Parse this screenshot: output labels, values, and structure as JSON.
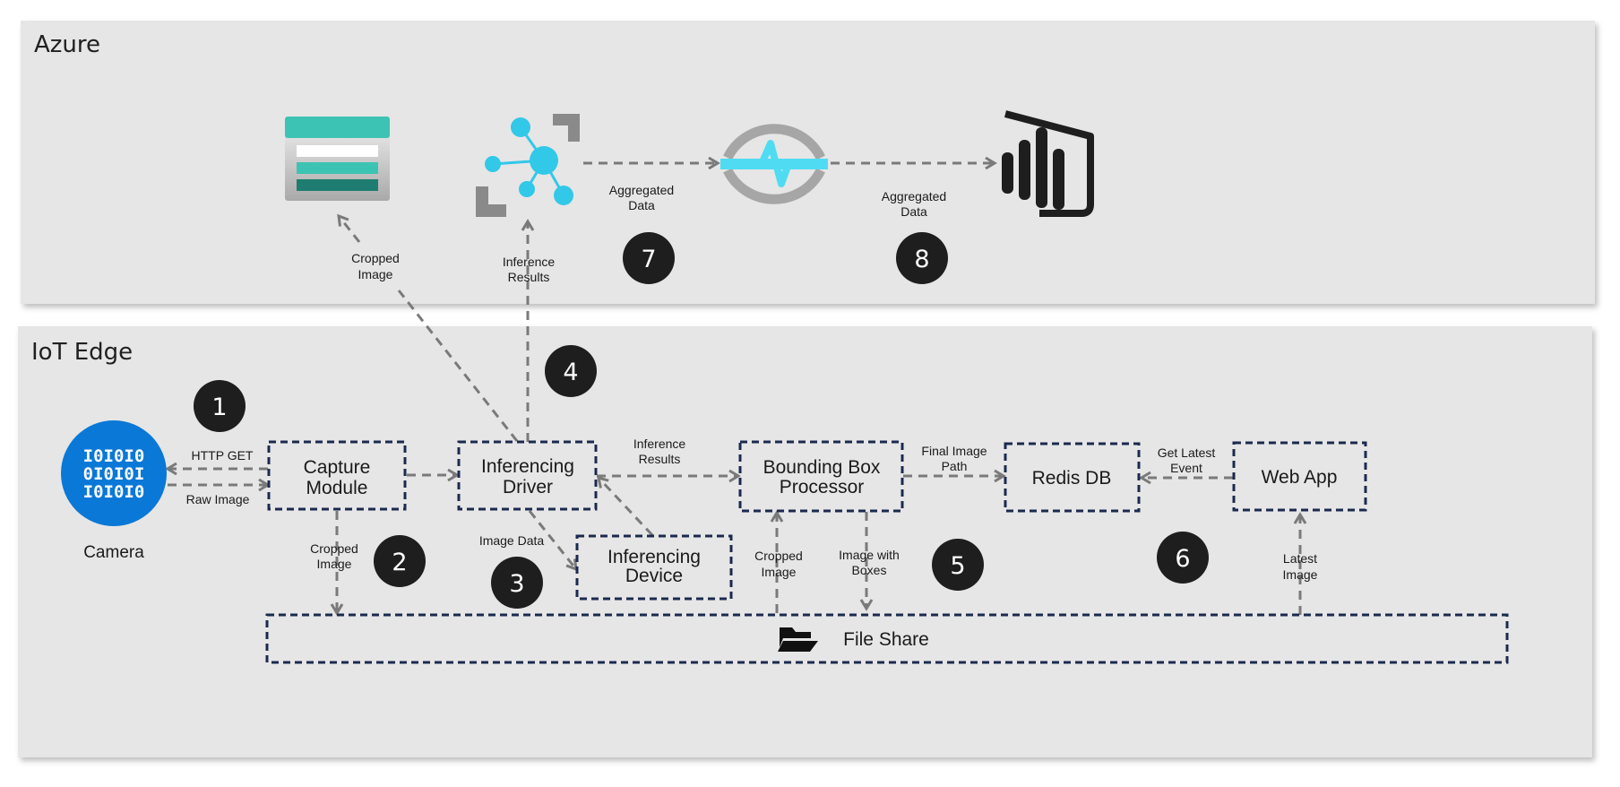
{
  "azure": {
    "title": "Azure"
  },
  "edge": {
    "title": "IoT Edge"
  },
  "camera": {
    "label": "Camera",
    "binary_lines": [
      "I0I0I0",
      "0I0I0I",
      "I0I0I0"
    ]
  },
  "modules": {
    "capture": [
      "Capture",
      "Module"
    ],
    "inferencing_driver": [
      "Inferencing",
      "Driver"
    ],
    "inferencing_device": [
      "Inferencing",
      "Device"
    ],
    "bounding_box": [
      "Bounding Box",
      "Processor"
    ],
    "redis": [
      "Redis DB"
    ],
    "webapp": [
      "Web App"
    ],
    "file_share": "File Share"
  },
  "labels": {
    "http_get": [
      "HTTP GET"
    ],
    "raw_image": [
      "Raw Image"
    ],
    "cropped_image_capture": [
      "Cropped",
      "Image"
    ],
    "cropped_image_azure": [
      "Cropped",
      "Image"
    ],
    "inference_results_azure": [
      "Inference",
      "Results"
    ],
    "image_data": [
      "Image Data"
    ],
    "inference_results_edge": [
      "Inference",
      "Results"
    ],
    "final_image_path": [
      "Final Image",
      "Path"
    ],
    "get_latest_event": [
      "Get Latest",
      "Event"
    ],
    "cropped_image_bb": [
      "Cropped",
      "Image"
    ],
    "image_with_boxes": [
      "Image with",
      "Boxes"
    ],
    "latest_image": [
      "Latest",
      "Image"
    ],
    "aggregated_data_1": [
      "Aggregated",
      "Data"
    ],
    "aggregated_data_2": [
      "Aggregated",
      "Data"
    ]
  },
  "steps": [
    "1",
    "2",
    "3",
    "4",
    "5",
    "6",
    "7",
    "8"
  ],
  "icons": {
    "storage": "storage-table-icon",
    "iot_hub": "iot-hub-icon",
    "stream_analytics": "stream-analytics-icon",
    "power_bi": "power-bi-icon",
    "camera": "camera-icon",
    "folder": "folder-icon"
  },
  "colors": {
    "panel": "#e6e6e6",
    "module_border": "#1b2a4e",
    "arrow": "#7a7a7a",
    "camera_blue": "#0a78d7",
    "teal": "#3cc3b3",
    "cyan": "#32c8e8",
    "badge": "#1e1e1e"
  }
}
